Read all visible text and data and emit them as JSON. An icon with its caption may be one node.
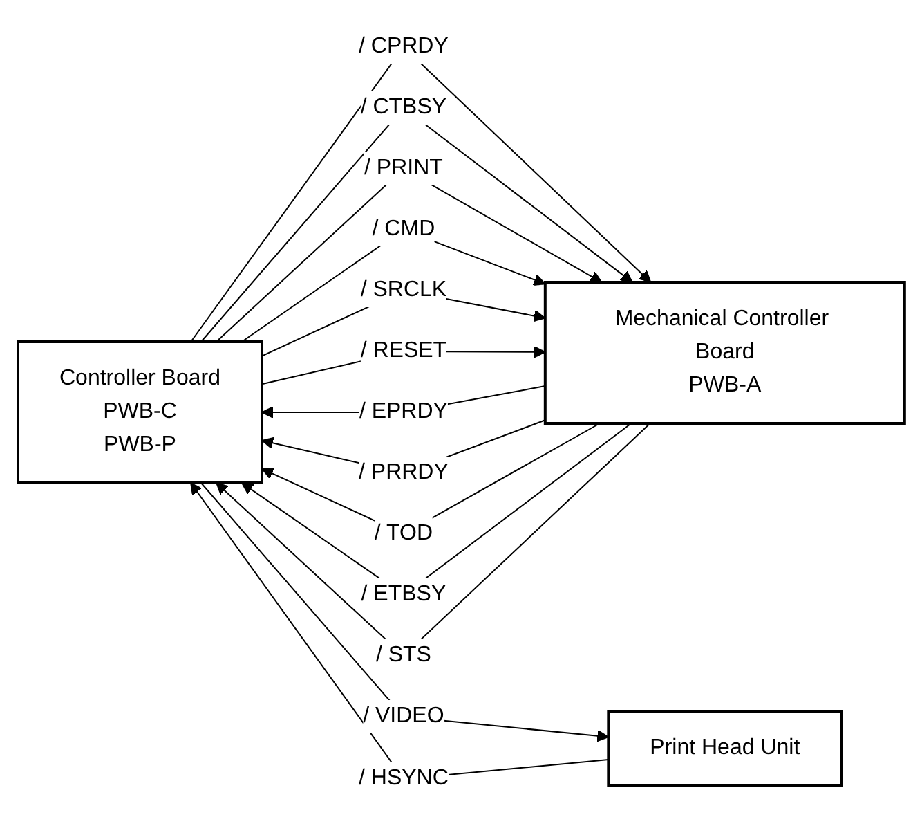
{
  "diagram": {
    "nodes": [
      {
        "text": [
          "Controller Board",
          "PWB-C",
          "PWB-P"
        ]
      },
      {
        "text": [
          "Mechanical Controller Board",
          "PWB-A"
        ]
      },
      {
        "text": [
          "Print Head Unit"
        ]
      }
    ],
    "edges": [
      {
        "from": 0,
        "to": 1,
        "arrow": "to",
        "label": "/ CPRDY"
      },
      {
        "from": 0,
        "to": 1,
        "arrow": "to",
        "label": "/ CTBSY"
      },
      {
        "from": 0,
        "to": 1,
        "arrow": "to",
        "label": "/ PRINT"
      },
      {
        "from": 0,
        "to": 1,
        "arrow": "to",
        "label": "/ CMD"
      },
      {
        "from": 0,
        "to": 1,
        "arrow": "to",
        "label": "/ SRCLK"
      },
      {
        "from": 0,
        "to": 1,
        "arrow": "to",
        "label": "/ RESET"
      },
      {
        "from": 1,
        "to": 0,
        "arrow": "to",
        "label": "/ EPRDY"
      },
      {
        "from": 1,
        "to": 0,
        "arrow": "to",
        "label": "/ PRRDY"
      },
      {
        "from": 1,
        "to": 0,
        "arrow": "to",
        "label": "/ TOD"
      },
      {
        "from": 1,
        "to": 0,
        "arrow": "to",
        "label": "/ ETBSY"
      },
      {
        "from": 1,
        "to": 0,
        "arrow": "to",
        "label": "/ STS"
      },
      {
        "from": 2,
        "to": 0,
        "arrow": "to",
        "label": "/ HSYNC"
      },
      {
        "from": 0,
        "to": 2,
        "arrow": "to",
        "label": "/ VIDEO"
      }
    ]
  }
}
